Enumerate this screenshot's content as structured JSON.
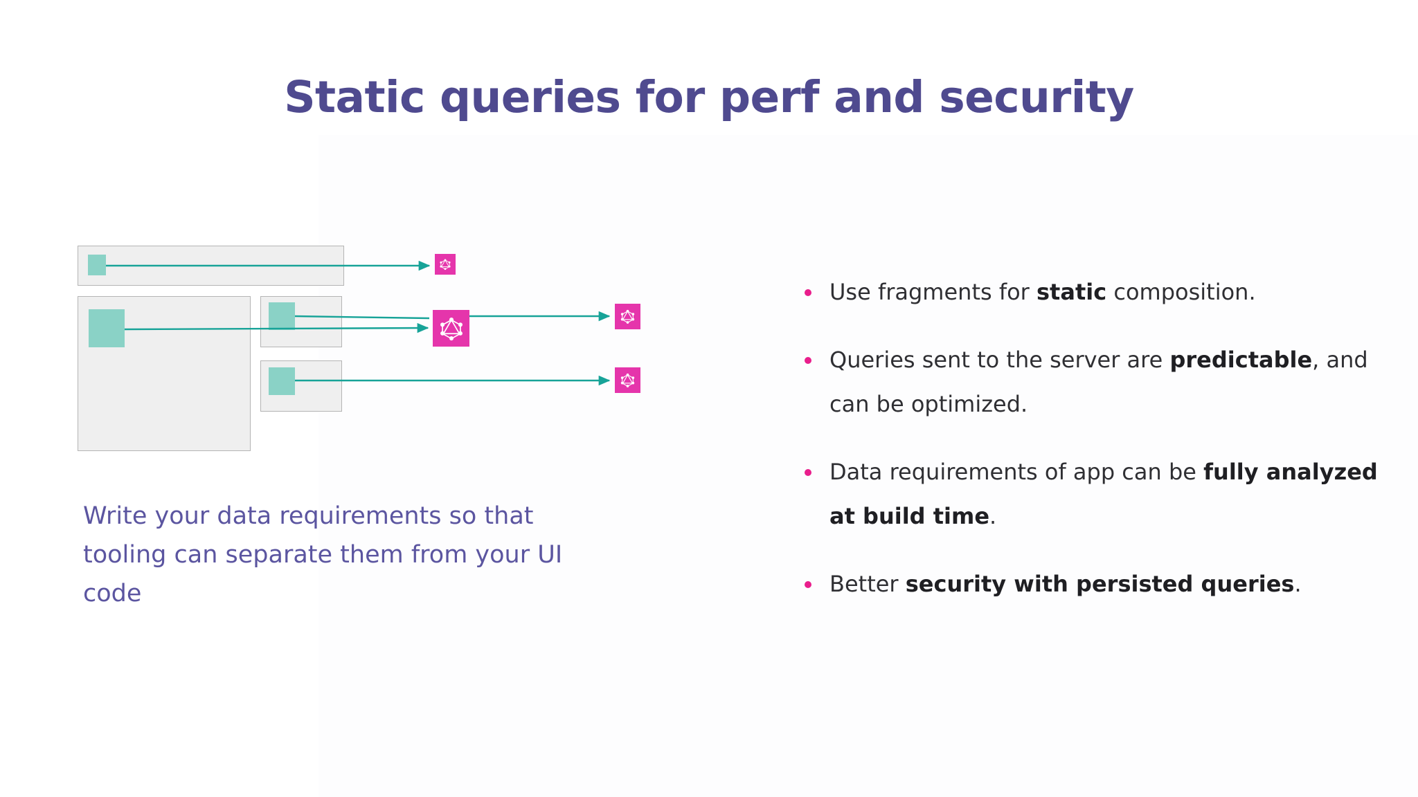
{
  "slide": {
    "title": "Static queries for perf and security",
    "title_color": "#4f4a8f",
    "background": "#ffffff"
  },
  "diagram": {
    "name": "ui-component-tree-to-graphql-queries",
    "panel_fill": "#efefef",
    "panel_border": "#b4b4b4",
    "chip_color": "#8ad2c6",
    "wire_color": "#17a398",
    "badge_color": "#e535ab",
    "panels": [
      {
        "id": "panel-a",
        "label": "ui-panel-header"
      },
      {
        "id": "panel-b",
        "label": "ui-panel-main"
      },
      {
        "id": "panel-c",
        "label": "ui-panel-side-top"
      },
      {
        "id": "panel-d",
        "label": "ui-panel-side-bottom"
      }
    ],
    "chips": [
      {
        "id": "chip-a",
        "label": "fragment-chip-header"
      },
      {
        "id": "chip-b",
        "label": "fragment-chip-main"
      },
      {
        "id": "chip-c",
        "label": "fragment-chip-side-top"
      },
      {
        "id": "chip-d",
        "label": "fragment-chip-side-bottom"
      }
    ],
    "badges": [
      {
        "id": "gql-small-top",
        "label": "graphql-icon-fragment-a"
      },
      {
        "id": "gql-big",
        "label": "graphql-icon-composed-query"
      },
      {
        "id": "gql-small-r1",
        "label": "graphql-icon-result-1"
      },
      {
        "id": "gql-small-r2",
        "label": "graphql-icon-result-2"
      }
    ]
  },
  "caption": {
    "text": "Write your data requirements so that tooling can separate them from your UI code",
    "color": "#5b55a0"
  },
  "bullets": {
    "marker_color": "#e91e8c",
    "items": [
      {
        "id": "bullet-static-composition",
        "parts": [
          {
            "text": "Use fragments for ",
            "bold": false
          },
          {
            "text": "static",
            "bold": true
          },
          {
            "text": " composition.",
            "bold": false
          }
        ]
      },
      {
        "id": "bullet-predictable-queries",
        "parts": [
          {
            "text": "Queries sent to the server are ",
            "bold": false
          },
          {
            "text": "predictable",
            "bold": true
          },
          {
            "text": ", and can be optimized.",
            "bold": false
          }
        ]
      },
      {
        "id": "bullet-build-time-analysis",
        "parts": [
          {
            "text": "Data requirements of app can be ",
            "bold": false
          },
          {
            "text": "fully analyzed at build time",
            "bold": true
          },
          {
            "text": ".",
            "bold": false
          }
        ]
      },
      {
        "id": "bullet-persisted-queries",
        "parts": [
          {
            "text": "Better ",
            "bold": false
          },
          {
            "text": "security with persisted queries",
            "bold": true
          },
          {
            "text": ".",
            "bold": false
          }
        ]
      }
    ]
  }
}
